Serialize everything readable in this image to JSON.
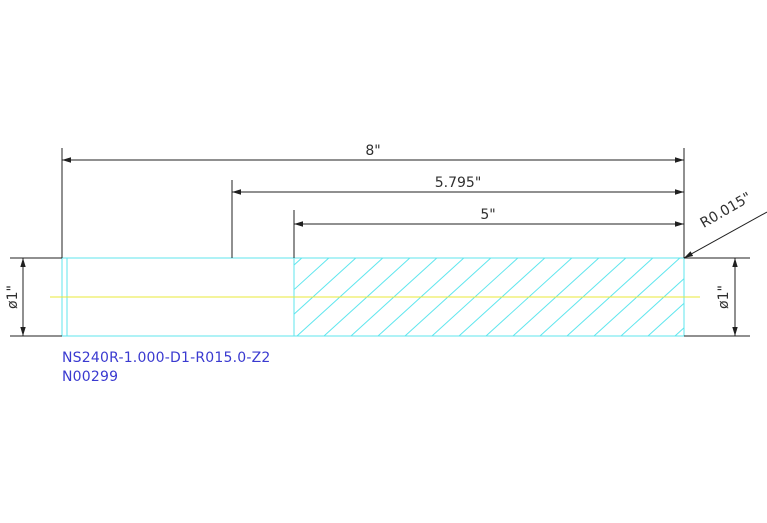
{
  "dimensions": {
    "overall_length": "8\"",
    "reduced_length": "5.795\"",
    "flute_length": "5\"",
    "corner_radius": "R0.015\"",
    "left_diameter": "ø1\"",
    "right_diameter": "ø1\""
  },
  "title_block": {
    "part_number": "NS240R-1.000-D1-R015.0-Z2",
    "drawing_number": "N00299"
  },
  "colors": {
    "part_outline": "#5fe6ee",
    "hatch": "#5fe6ee",
    "centerline": "#e8e83a",
    "dimension": "#202020",
    "title_text": "#3a3ad0"
  }
}
